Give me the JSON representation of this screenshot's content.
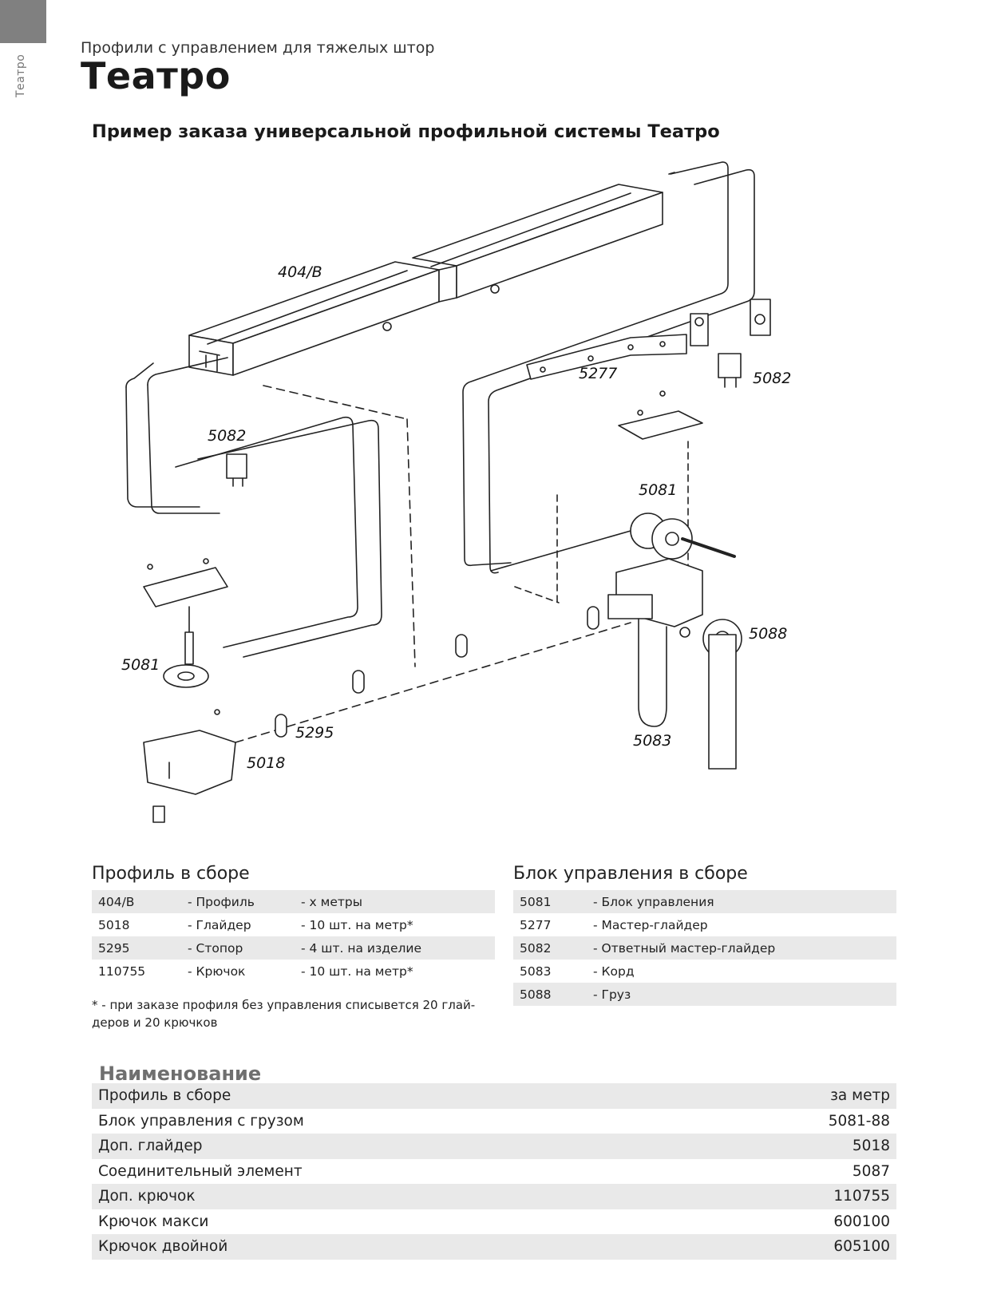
{
  "side_label": "Театро",
  "subtitle": "Профили с управлением для тяжелых штор",
  "title": "Театро",
  "diagram_heading": "Пример заказа универсальной профильной системы Театро",
  "diagram_labels": {
    "l_404b": "404/B",
    "l_5277": "5277",
    "l_5082_right": "5082",
    "l_5082_left": "5082",
    "l_5081_right": "5081",
    "l_5088": "5088",
    "l_5081_left": "5081",
    "l_5295": "5295",
    "l_5083": "5083",
    "l_5018": "5018"
  },
  "profile_assembly": {
    "title": "Профиль в сборе",
    "rows": [
      {
        "code": "404/B",
        "name": "- Профиль",
        "qty": "- х метры"
      },
      {
        "code": "5018",
        "name": "- Глайдер",
        "qty": "- 10 шт. на метр*"
      },
      {
        "code": "5295",
        "name": "- Стопор",
        "qty": "- 4 шт. на изделие"
      },
      {
        "code": "110755",
        "name": "- Крючок",
        "qty": "- 10 шт. на метр*"
      }
    ],
    "footnote": "* - при заказе профиля без управления списывется 20 глай-деров и 20 крючков"
  },
  "control_assembly": {
    "title": "Блок управления в сборе",
    "rows": [
      {
        "code": "5081",
        "name": "- Блок управления"
      },
      {
        "code": "5277",
        "name": "- Мастер-глайдер"
      },
      {
        "code": "5082",
        "name": "- Ответный мастер-глайдер"
      },
      {
        "code": "5083",
        "name": "- Корд"
      },
      {
        "code": "5088",
        "name": "- Груз"
      }
    ]
  },
  "names": {
    "heading": "Наименование",
    "rows": [
      {
        "name": "Профиль в сборе",
        "code": "за метр"
      },
      {
        "name": "Блок управления с грузом",
        "code": "5081-88"
      },
      {
        "name": "Доп. глайдер",
        "code": "5018"
      },
      {
        "name": "Соединительный элемент",
        "code": "5087"
      },
      {
        "name": "Доп. крючок",
        "code": "110755"
      },
      {
        "name": "Крючок макси",
        "code": "600100"
      },
      {
        "name": "Крючок двойной",
        "code": "605100"
      }
    ]
  }
}
